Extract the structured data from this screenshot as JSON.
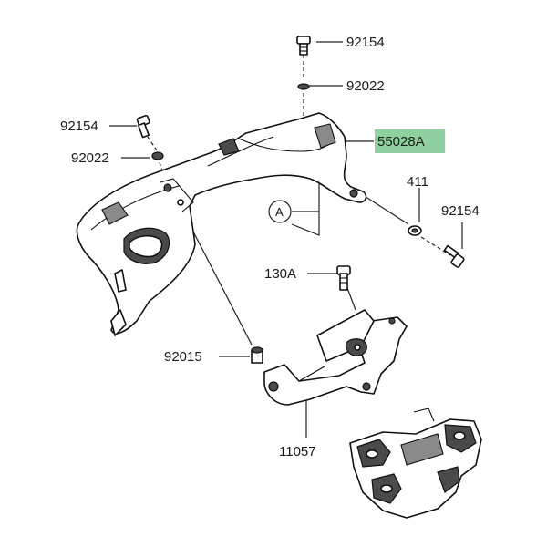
{
  "labels": {
    "bolt_top": "92154",
    "washer_top": "92022",
    "bolt_left": "92154",
    "washer_left": "92022",
    "main_part": "55028A",
    "washer_right": "411",
    "bolt_right": "92154",
    "reference": "A",
    "bolt_bracket": "130A",
    "collar": "92015",
    "bracket": "11057"
  },
  "colors": {
    "highlight": "#8fd19e",
    "line": "#222222",
    "fill_dark": "#4a4a4a"
  }
}
